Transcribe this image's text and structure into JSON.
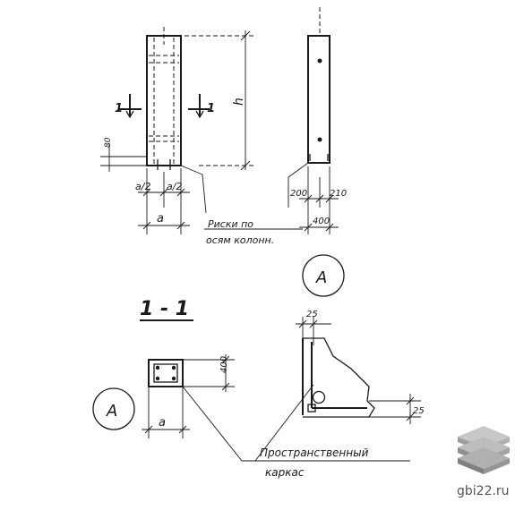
{
  "drawing": {
    "label_h": "h",
    "label_80": "80",
    "label_section_left": "1",
    "label_section_right": "1",
    "label_a_half_left": "a/2",
    "label_a_half_right": "a/2",
    "label_a_top": "a",
    "label_200": "200",
    "label_210": "210",
    "label_400_side": "400",
    "risk_line1": "Риски по",
    "risk_line2": "осям колонн.",
    "callout_A_top": "А",
    "section_title": "1 - 1",
    "label_400_section": "400",
    "label_a_section": "a",
    "callout_A_left": "А",
    "label_25_top": "25",
    "label_25_right": "25",
    "cage_line1": "Пространственный",
    "cage_line2": "каркас"
  },
  "watermark": {
    "text": "gbi22.ru",
    "colors": [
      "#b7b7b7",
      "#9a9a9a",
      "#7d7d7d"
    ]
  }
}
